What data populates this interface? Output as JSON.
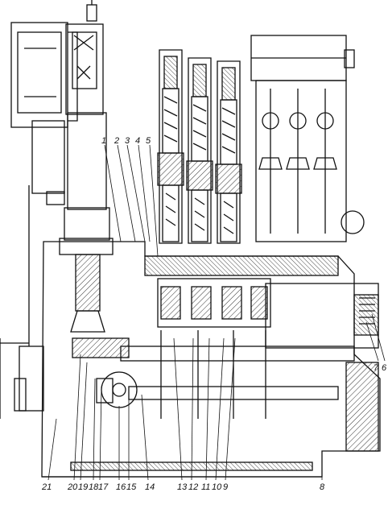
{
  "diagram": {
    "kind": "mechanical-cross-section",
    "colors": {
      "ink": "#111111",
      "paper": "#ffffff",
      "hatch": "#333333"
    },
    "callouts_top": [
      "1",
      "2",
      "3",
      "4",
      "5"
    ],
    "callouts_right": [
      "7",
      "6"
    ],
    "callouts_bottom": [
      "21",
      "20",
      "19",
      "18",
      "17",
      "16",
      "15",
      "14",
      "13",
      "12",
      "11",
      "10",
      "9",
      "8"
    ]
  }
}
